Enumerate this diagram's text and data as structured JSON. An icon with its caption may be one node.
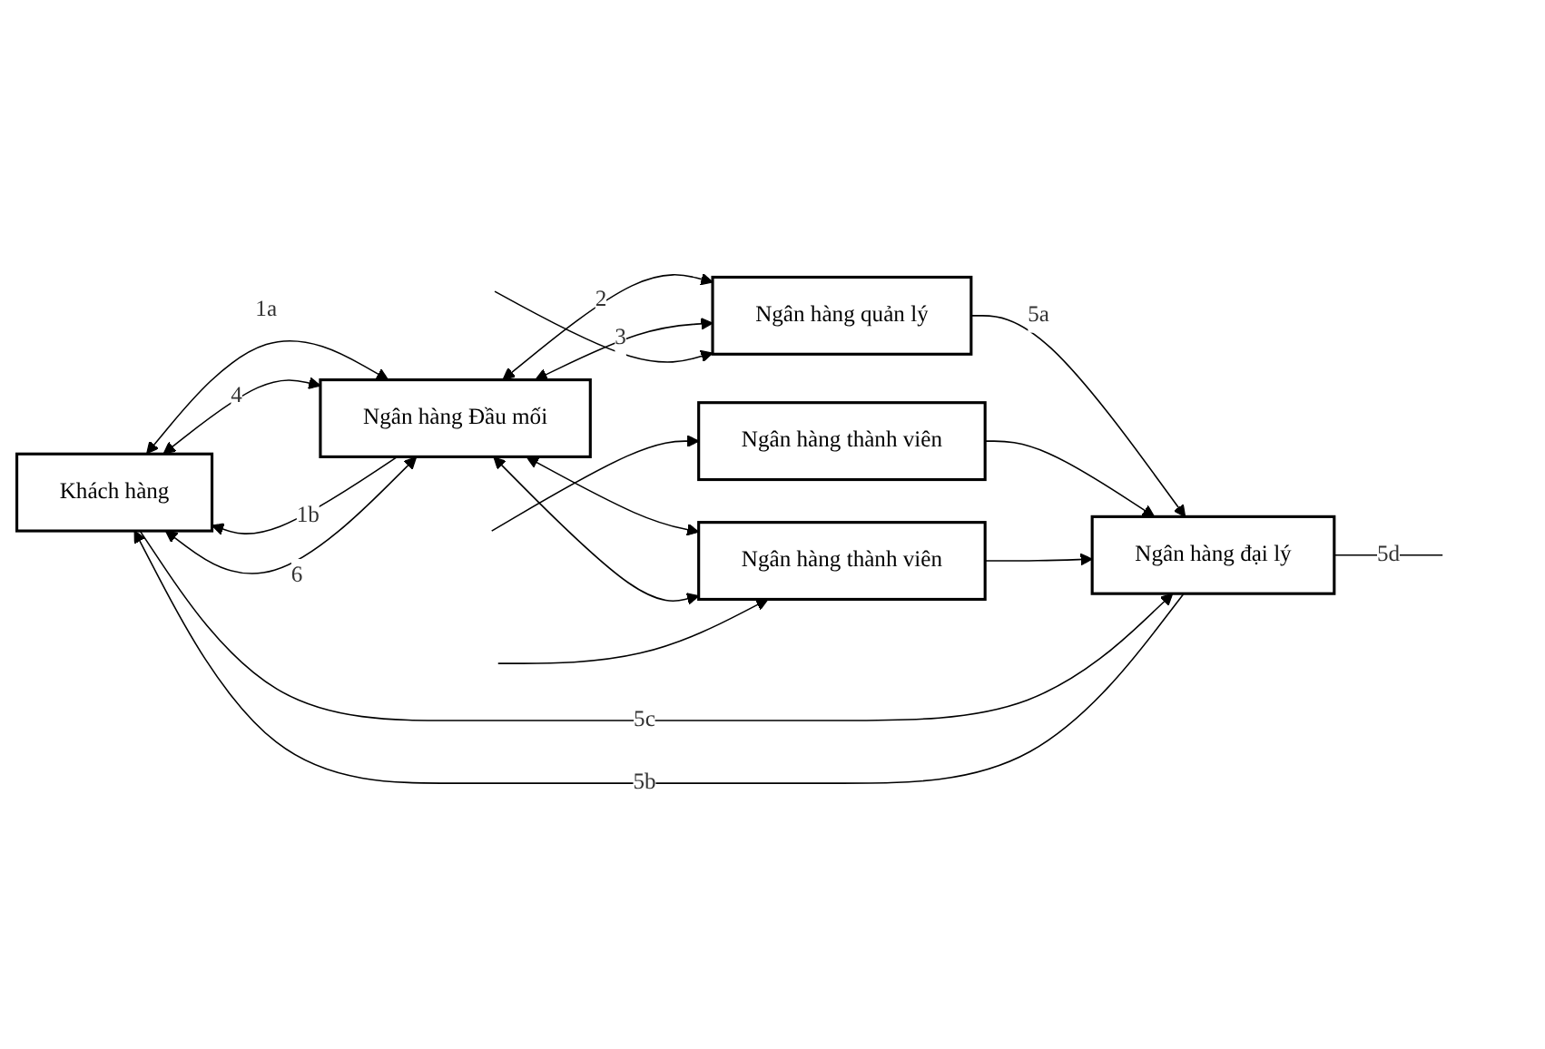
{
  "diagram": {
    "nodes": [
      {
        "text": [
          "Khách hàng"
        ]
      },
      {
        "text": [
          "Ngân hàng Đầu mối"
        ]
      },
      {
        "text": [
          "Ngân hàng quản lý"
        ]
      },
      {
        "text": [
          "Ngân hàng thành viên"
        ]
      },
      {
        "text": [
          "Ngân hàng thành viên"
        ]
      },
      {
        "text": [
          "Ngân hàng đại lý"
        ]
      }
    ],
    "edges": [
      {
        "from": 0,
        "to": 1,
        "arrow": "both",
        "label": "1a"
      },
      {
        "from": 1,
        "to": 0,
        "arrow": "to",
        "label": "1b"
      },
      {
        "from": 0,
        "to": 1,
        "arrow": "both",
        "label": "4"
      },
      {
        "from": 1,
        "to": 0,
        "arrow": "both",
        "label": "6"
      },
      {
        "from": 1,
        "to": 2,
        "arrow": "both",
        "label": "2"
      },
      {
        "from": 1,
        "to": 4,
        "arrow": "both"
      },
      {
        "from": 1,
        "to": 2,
        "arrow": "both",
        "label": "3"
      },
      {
        "from": 1,
        "to": 4,
        "arrow": "both"
      },
      {
        "from": null,
        "to": 2,
        "arrow": "to"
      },
      {
        "from": null,
        "to": 3,
        "arrow": "to"
      },
      {
        "from": null,
        "to": 4,
        "arrow": "to"
      },
      {
        "from": 2,
        "to": 5,
        "arrow": "to",
        "label": "5a"
      },
      {
        "from": 3,
        "to": 5,
        "arrow": "to"
      },
      {
        "from": 4,
        "to": 5,
        "arrow": "to"
      },
      {
        "from": 0,
        "to": 5,
        "arrow": "to",
        "label": "5c"
      },
      {
        "from": 5,
        "to": 0,
        "arrow": "to",
        "label": "5b"
      },
      {
        "from": 5,
        "to": null,
        "arrow": "none",
        "label": "5d"
      }
    ]
  }
}
